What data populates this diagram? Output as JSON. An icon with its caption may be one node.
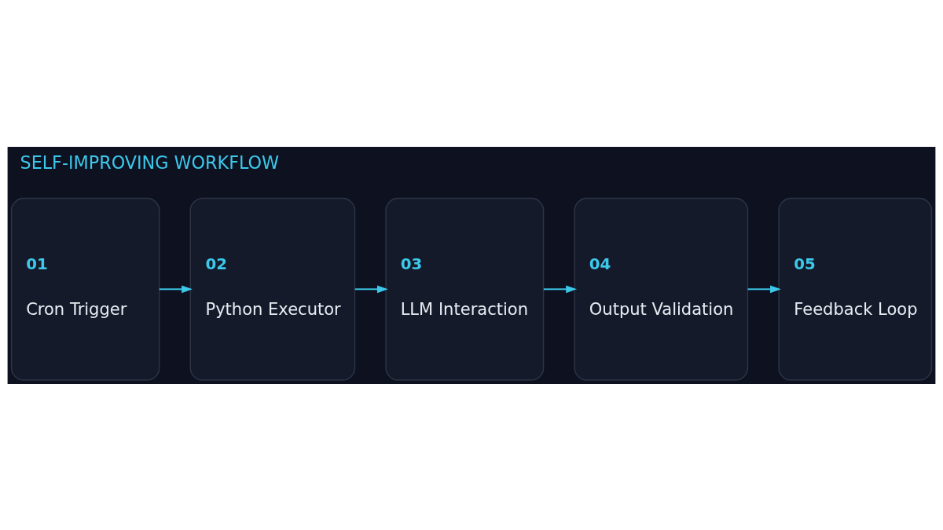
{
  "diagram": {
    "title": "SELF-IMPROVING WORKFLOW",
    "nodes": [
      {
        "text": [
          "01",
          "Cron Trigger"
        ]
      },
      {
        "text": [
          "02",
          "Python Executor"
        ]
      },
      {
        "text": [
          "03",
          "LLM Interaction"
        ]
      },
      {
        "text": [
          "04",
          "Output Validation"
        ]
      },
      {
        "text": [
          "05",
          "Feedback Loop"
        ]
      }
    ],
    "edges": [
      {
        "from": 0,
        "to": 1,
        "arrow": "to"
      },
      {
        "from": 1,
        "to": 2,
        "arrow": "to"
      },
      {
        "from": 2,
        "to": 3,
        "arrow": "to"
      },
      {
        "from": 3,
        "to": 4,
        "arrow": "to"
      }
    ]
  }
}
